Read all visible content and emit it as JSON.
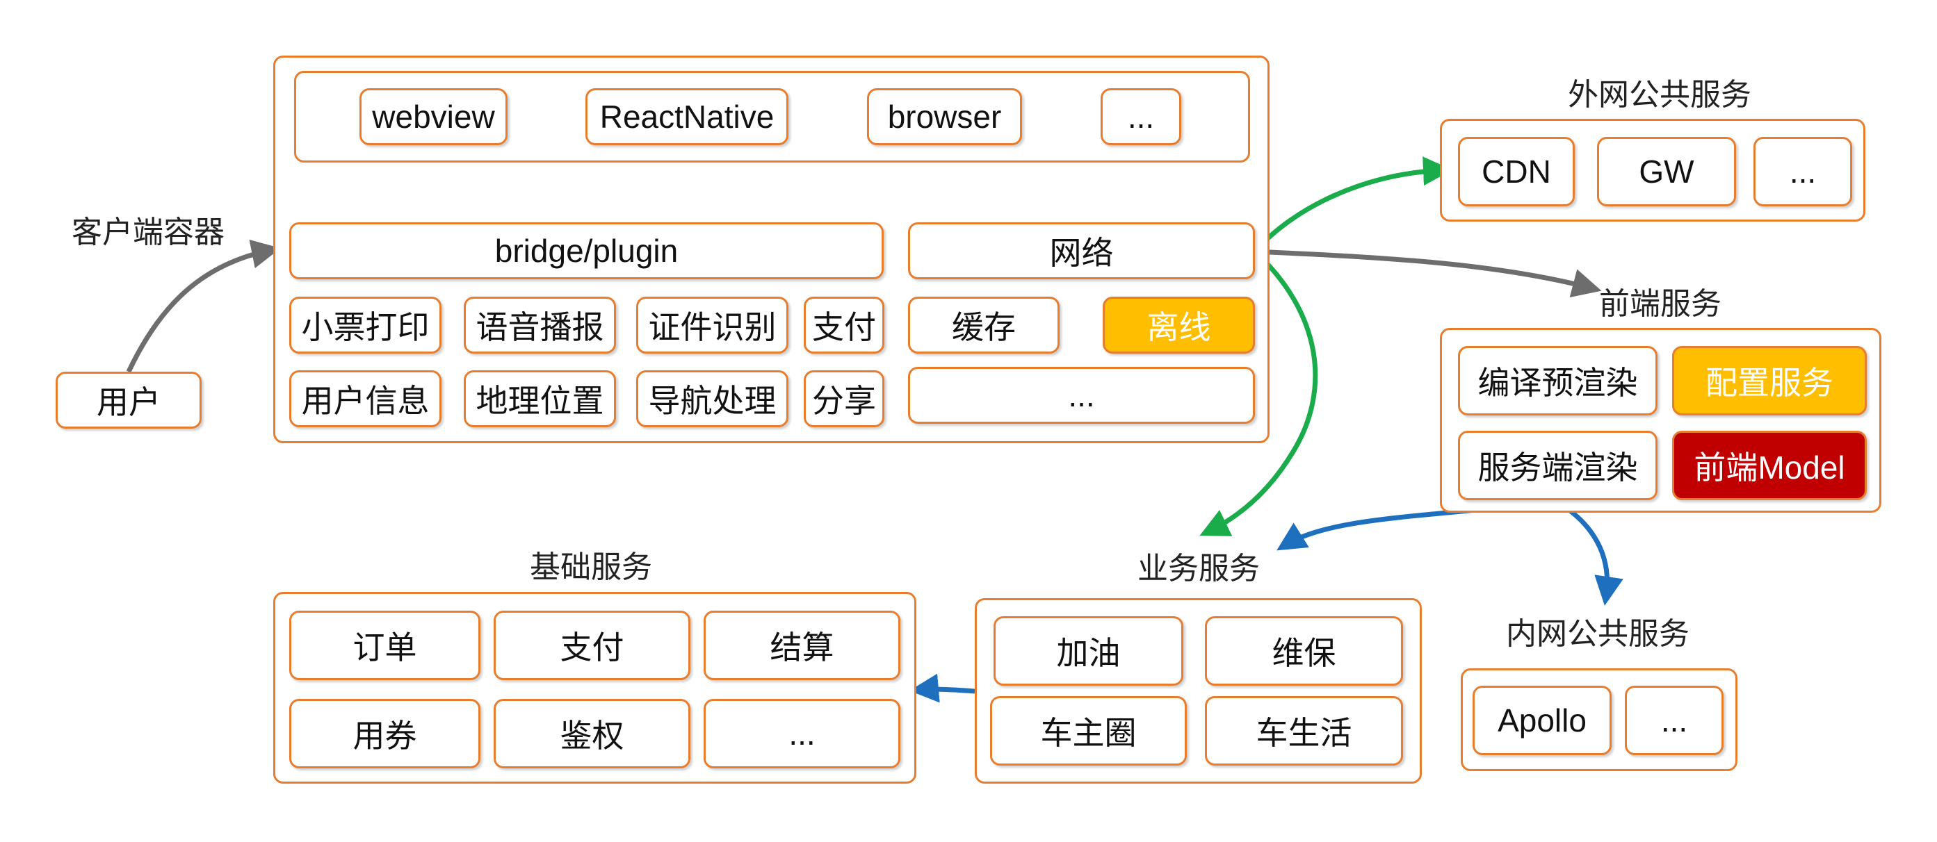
{
  "colors": {
    "border": "#e87d2d",
    "highlight_yellow": "#ffbf00",
    "highlight_red": "#c00000",
    "arrow_gray": "#6d6d6d",
    "arrow_red": "#c00000",
    "arrow_green": "#1aab4b",
    "arrow_blue": "#1f6fbf"
  },
  "user": {
    "label": "用户"
  },
  "client_container": {
    "title": "客户端容器",
    "runtimes": [
      "webview",
      "ReactNative",
      "browser",
      "..."
    ],
    "bridge": {
      "title": "bridge/plugin",
      "items": [
        "小票打印",
        "语音播报",
        "证件识别",
        "支付",
        "用户信息",
        "地理位置",
        "导航处理",
        "分享"
      ]
    },
    "network": {
      "title": "网络",
      "items": [
        "缓存",
        "离线",
        "..."
      ]
    }
  },
  "external_public_services": {
    "title": "外网公共服务",
    "items": [
      "CDN",
      "GW",
      "..."
    ]
  },
  "frontend_services": {
    "title": "前端服务",
    "items": [
      "编译预渲染",
      "配置服务",
      "服务端渲染",
      "前端Model"
    ]
  },
  "internal_public_services": {
    "title": "内网公共服务",
    "items": [
      "Apollo",
      "..."
    ]
  },
  "business_services": {
    "title": "业务服务",
    "items": [
      "加油",
      "维保",
      "车主圈",
      "车生活"
    ]
  },
  "basic_services": {
    "title": "基础服务",
    "items": [
      "订单",
      "支付",
      "结算",
      "用券",
      "鉴权",
      "..."
    ]
  }
}
